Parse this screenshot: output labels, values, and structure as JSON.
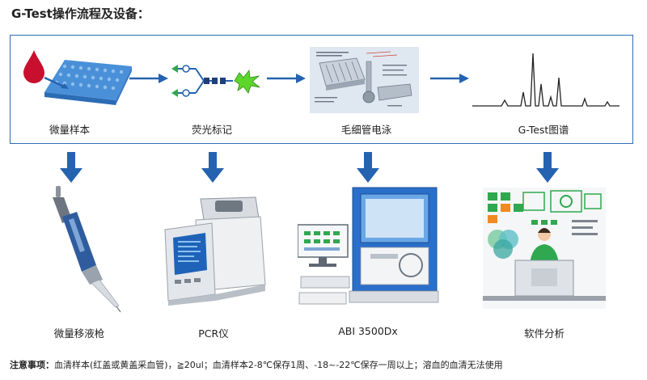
{
  "title": "G-Test操作流程及设备：",
  "process_steps": [
    {
      "label": "微量样本",
      "icon": "blood-drop-plate-icon"
    },
    {
      "label": "荧光标记",
      "icon": "fluorescent-label-icon"
    },
    {
      "label": "毛细管电泳",
      "icon": "capillary-electrophoresis-icon"
    },
    {
      "label": "G-Test图谱",
      "icon": "peak-spectrum-icon"
    }
  ],
  "devices": [
    {
      "label": "微量移液枪",
      "icon": "pipette-icon"
    },
    {
      "label": "PCR仪",
      "icon": "pcr-machine-icon"
    },
    {
      "label": "ABI 3500Dx",
      "icon": "genetic-analyzer-icon"
    },
    {
      "label": "软件分析",
      "icon": "software-analysis-icon"
    }
  ],
  "note": {
    "label": "注意事项：",
    "text": "血清样本(红盖或黄盖采血管)，≧20ul；血清样本2-8℃保存1周、-18~-22℃保存一周以上；溶血的血清无法使用"
  },
  "colors": {
    "accent": "#2e6db4",
    "arrow": "#2563b0",
    "blood": "#c8102e",
    "plate": "#4a90d9",
    "star": "#5dd62c"
  }
}
